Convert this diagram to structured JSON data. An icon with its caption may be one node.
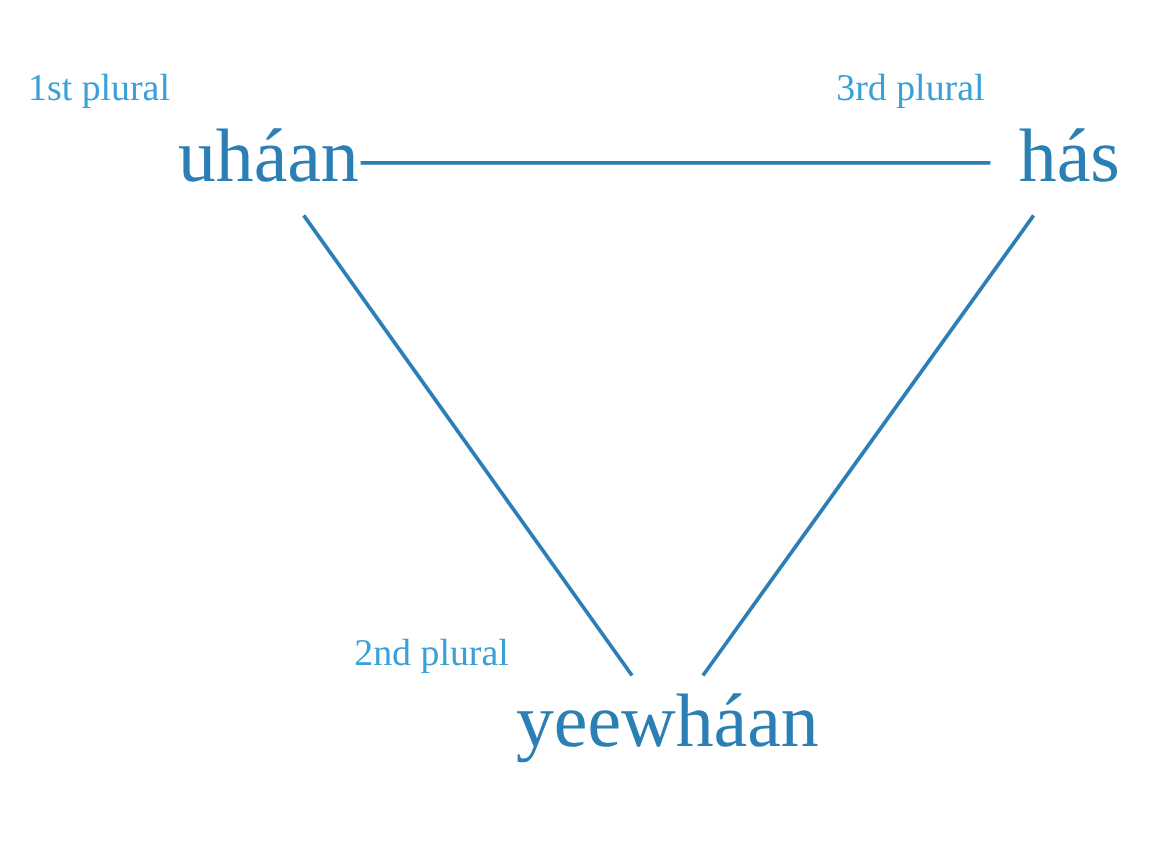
{
  "diagram": {
    "nodes": [
      {
        "text": [
          "uháan"
        ],
        "beside": [
          "1st plural"
        ]
      },
      {
        "text": [
          "hás"
        ],
        "beside": [
          "3rd plural"
        ]
      },
      {
        "text": [
          "yeewháan"
        ],
        "beside": [
          "2nd plural"
        ]
      }
    ],
    "edges": [
      {
        "from": 0,
        "to": 1,
        "arrow": "none"
      },
      {
        "from": 1,
        "to": 2,
        "arrow": "none"
      },
      {
        "from": 0,
        "to": 2,
        "arrow": "none"
      }
    ]
  }
}
